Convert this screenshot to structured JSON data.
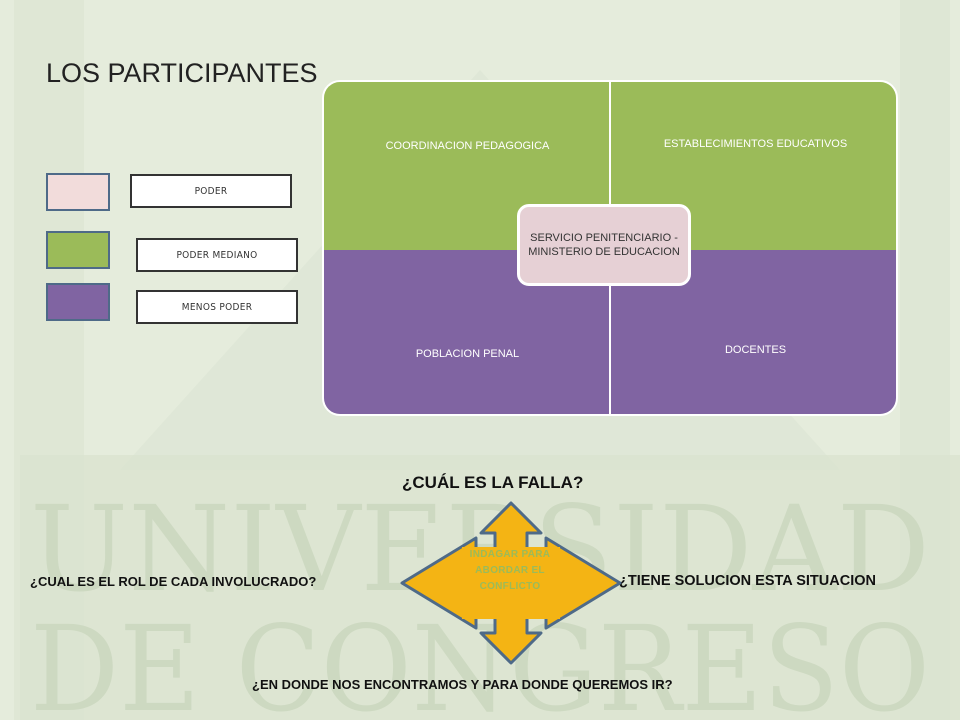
{
  "slide": {
    "title": "LOS PARTICIPANTES",
    "legend": [
      {
        "label": "PODER",
        "color": "#f2dcdb"
      },
      {
        "label": "PODER MEDIANO",
        "color": "#9bbb59"
      },
      {
        "label": "MENOS PODER",
        "color": "#8064a2"
      }
    ],
    "quadrants": {
      "top_left": "COORDINACION PEDAGOGICA",
      "top_right": "ESTABLECIMIENTOS EDUCATIVOS",
      "bottom_left": "POBLACION PENAL",
      "bottom_right": "DOCENTES",
      "center": "SERVICIO PENITENCIARIO - MINISTERIO DE EDUCACION"
    },
    "questions": {
      "top": "¿CUÁL ES LA FALLA?",
      "left": "¿CUAL ES EL ROL DE CADA INVOLUCRADO?",
      "right": "¿TIENE SOLUCION ESTA SITUACION",
      "bottom": "¿EN DONDE NOS ENCONTRAMOS Y PARA DONDE QUEREMOS IR?"
    },
    "arrow_text": "INDAGAR PARA ABORDAR EL CONFLICTO",
    "colors": {
      "green": "#9bbb59",
      "purple": "#8064a2",
      "pink": "#e6d0d5",
      "arrow_fill": "#f4b414",
      "arrow_stroke": "#4e6a88",
      "arrow_text": "#9bbb59"
    }
  },
  "watermark_text": [
    "UNIVERSIDAD",
    "DE CONGRESO"
  ]
}
